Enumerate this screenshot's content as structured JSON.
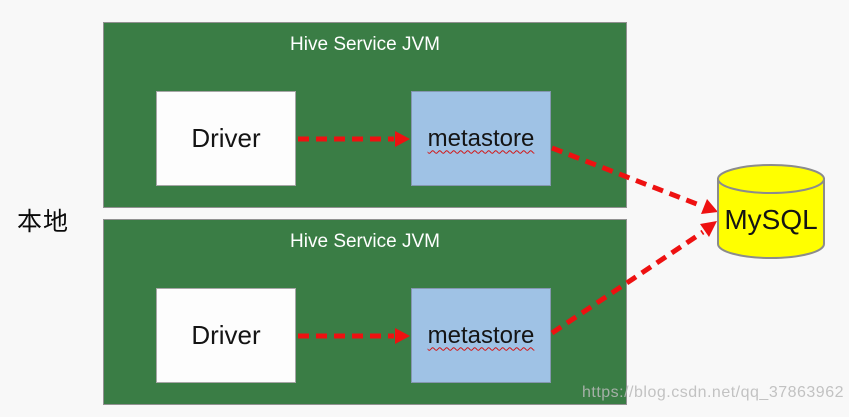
{
  "side_label": "本地",
  "watermark": "https://blog.csdn.net/qq_37863962",
  "groups": [
    {
      "title": "Hive Service JVM",
      "driver_label": "Driver",
      "metastore_label": "metastore"
    },
    {
      "title": "Hive Service JVM",
      "driver_label": "Driver",
      "metastore_label": "metastore"
    }
  ],
  "database": {
    "label": "MySQL"
  },
  "colors": {
    "jvm_box_bg": "#3a7d45",
    "jvm_title_text": "#ffffff",
    "driver_box_bg": "#fdfdfd",
    "metastore_box_bg": "#9fc2e5",
    "arrow_red": "#ee1111",
    "db_cylinder_fill": "#ffff00",
    "db_cylinder_stroke": "#8c8c8c",
    "canvas_bg": "#f8f8f8",
    "watermark_text": "#b9b9b9"
  }
}
